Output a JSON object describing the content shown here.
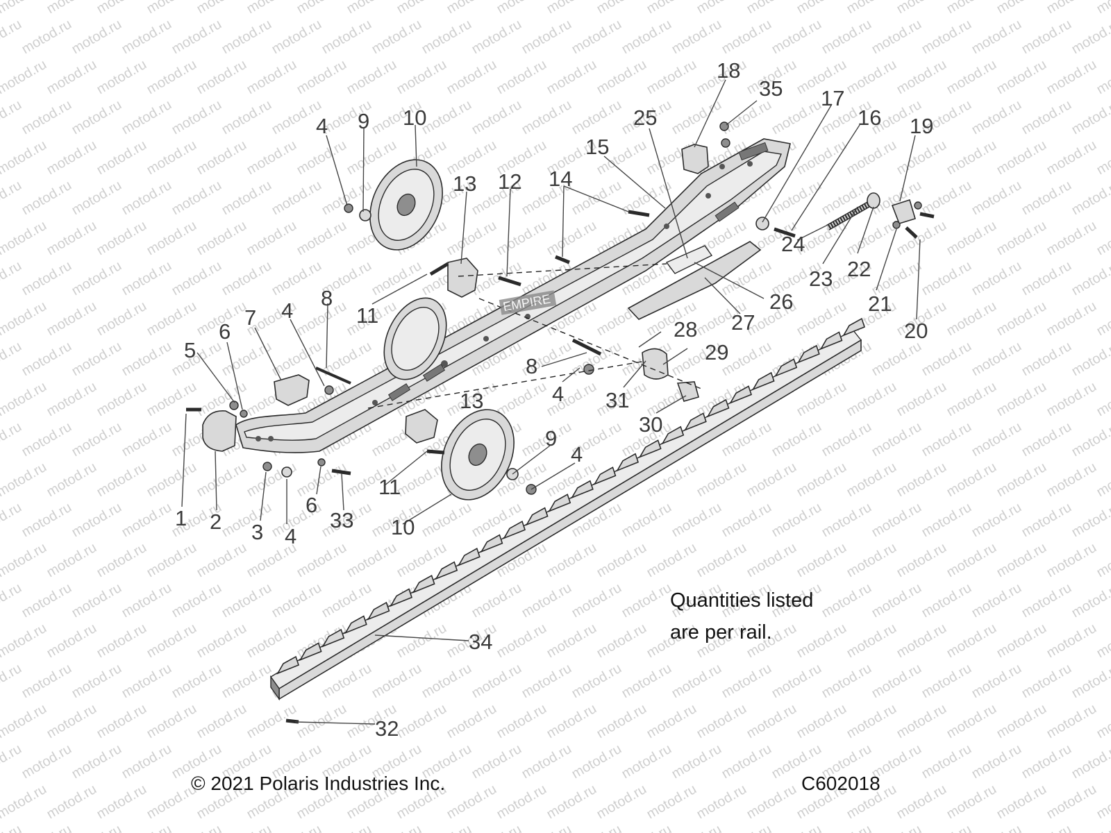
{
  "watermark": "motod.ru",
  "stamp": "EMPIRE",
  "note": {
    "line1": "Quantities listed",
    "line2": "are per rail."
  },
  "footer": {
    "copyright": "© 2021 Polaris Industries Inc.",
    "figure_id": "C602018"
  },
  "callouts": [
    {
      "n": "1",
      "label": "1"
    },
    {
      "n": "2",
      "label": "2"
    },
    {
      "n": "3",
      "label": "3"
    },
    {
      "n": "4a",
      "label": "4"
    },
    {
      "n": "4b",
      "label": "4"
    },
    {
      "n": "4c",
      "label": "4"
    },
    {
      "n": "4d",
      "label": "4"
    },
    {
      "n": "4e",
      "label": "4"
    },
    {
      "n": "5",
      "label": "5"
    },
    {
      "n": "6a",
      "label": "6"
    },
    {
      "n": "6b",
      "label": "6"
    },
    {
      "n": "7",
      "label": "7"
    },
    {
      "n": "8a",
      "label": "8"
    },
    {
      "n": "8b",
      "label": "8"
    },
    {
      "n": "9a",
      "label": "9"
    },
    {
      "n": "9b",
      "label": "9"
    },
    {
      "n": "10a",
      "label": "10"
    },
    {
      "n": "10b",
      "label": "10"
    },
    {
      "n": "11a",
      "label": "11"
    },
    {
      "n": "11b",
      "label": "11"
    },
    {
      "n": "12",
      "label": "12"
    },
    {
      "n": "13a",
      "label": "13"
    },
    {
      "n": "13b",
      "label": "13"
    },
    {
      "n": "14",
      "label": "14"
    },
    {
      "n": "15",
      "label": "15"
    },
    {
      "n": "16",
      "label": "16"
    },
    {
      "n": "17",
      "label": "17"
    },
    {
      "n": "18",
      "label": "18"
    },
    {
      "n": "19",
      "label": "19"
    },
    {
      "n": "20",
      "label": "20"
    },
    {
      "n": "21",
      "label": "21"
    },
    {
      "n": "22",
      "label": "22"
    },
    {
      "n": "23",
      "label": "23"
    },
    {
      "n": "24",
      "label": "24"
    },
    {
      "n": "25",
      "label": "25"
    },
    {
      "n": "26",
      "label": "26"
    },
    {
      "n": "27",
      "label": "27"
    },
    {
      "n": "28",
      "label": "28"
    },
    {
      "n": "29",
      "label": "29"
    },
    {
      "n": "30",
      "label": "30"
    },
    {
      "n": "31",
      "label": "31"
    },
    {
      "n": "32",
      "label": "32"
    },
    {
      "n": "33",
      "label": "33"
    },
    {
      "n": "34",
      "label": "34"
    },
    {
      "n": "35",
      "label": "35"
    }
  ]
}
